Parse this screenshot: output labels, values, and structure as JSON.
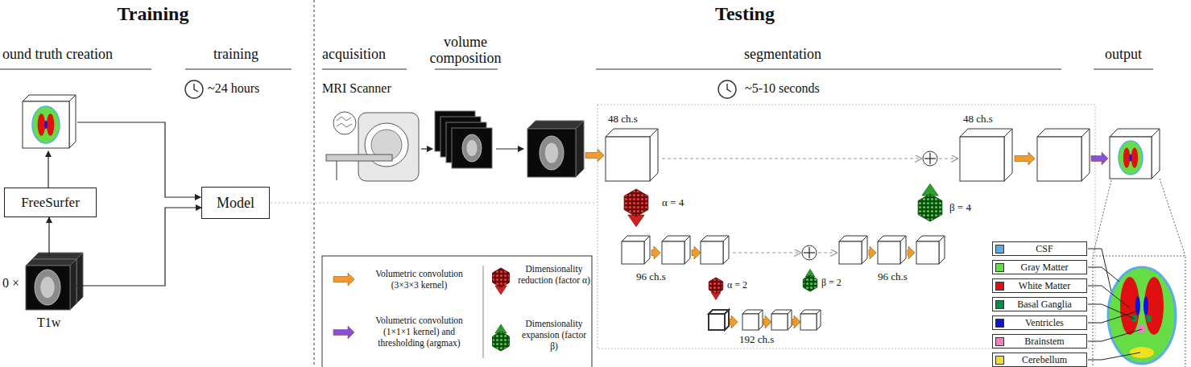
{
  "diagram": {
    "nodes": [
      {
        "text": [
          "FreeSurfer"
        ]
      },
      {
        "text": [
          "Model"
        ]
      },
      {
        "text": [
          "0 ×",
          "T1w"
        ]
      }
    ],
    "edges": [
      {
        "from": 2,
        "to": 0,
        "arrow": "to"
      },
      {
        "from": 2,
        "to": 1,
        "arrow": "to"
      }
    ],
    "labels": [
      "Training",
      "Testing",
      "ound truth creation",
      "training",
      "~24 hours",
      "acquisition",
      "volume composition",
      "MRI Scanner",
      "segmentation",
      "~5-10 seconds",
      "output",
      "48 ch.s",
      "48 ch.s",
      "α = 4",
      "β = 4",
      "96 ch.s",
      "96 ch.s",
      "α = 2",
      "β = 2",
      "192 ch.s"
    ],
    "legend": [
      {
        "text": "Volumetric convolution (3×3×3 kernel)"
      },
      {
        "text": "Volumetric convolution (1×1×1 kernel) and thresholding (argmax)"
      },
      {
        "text": "Dimensionality reduction (factor α)"
      },
      {
        "text": "Dimensionality expansion (factor β)"
      },
      {
        "text": "CSF",
        "color": "#5aaee8"
      },
      {
        "text": "Gray Matter",
        "color": "#66dd44"
      },
      {
        "text": "White Matter",
        "color": "#e01010"
      },
      {
        "text": "Basal Ganglia",
        "color": "#0a8a4a"
      },
      {
        "text": "Ventricles",
        "color": "#1010e0"
      },
      {
        "text": "Brainstem",
        "color": "#f080c0"
      },
      {
        "text": "Cerebellum",
        "color": "#f0e020"
      }
    ]
  }
}
